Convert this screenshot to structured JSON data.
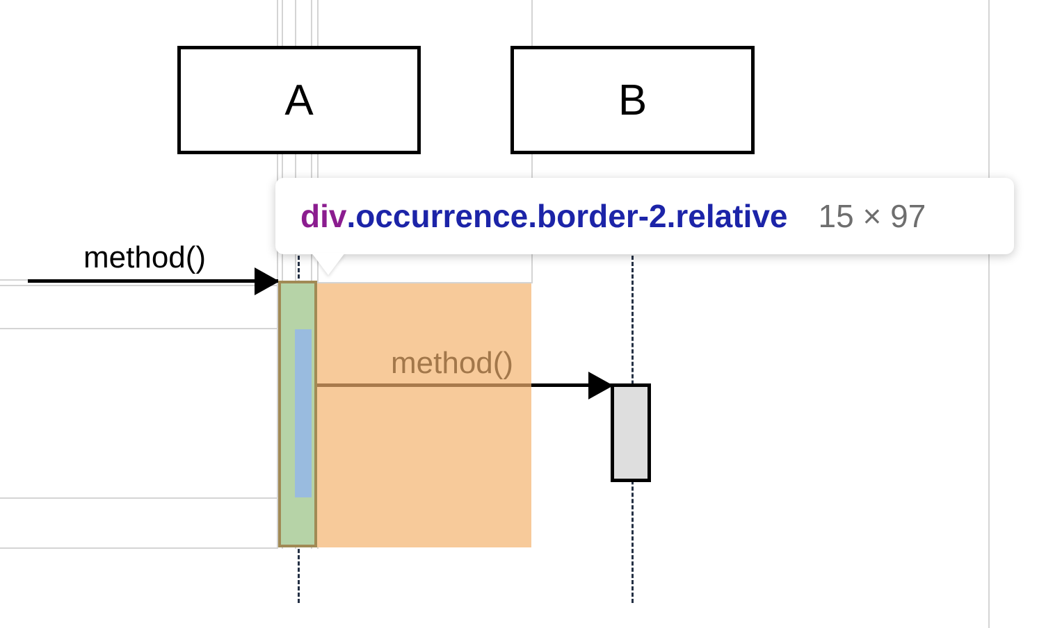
{
  "participants": [
    {
      "label": "A"
    },
    {
      "label": "B"
    }
  ],
  "messages": [
    {
      "label": "method()",
      "from": "external",
      "to": "A"
    },
    {
      "label": "method()",
      "from": "A",
      "to": "B"
    }
  ],
  "tooltip": {
    "tag": "div",
    "classes": ".occurrence.border-2.relative",
    "dimensions": "15 × 97"
  },
  "colors": {
    "padding_highlight": "#f7ca9a",
    "element_highlight": "#b6d3a7",
    "content_highlight": "#99bbdf",
    "margin_border": "#a18a55",
    "tag_color": "#8b1d8f",
    "class_color": "#1c24a8",
    "occurrence_fill": "#dedede"
  }
}
